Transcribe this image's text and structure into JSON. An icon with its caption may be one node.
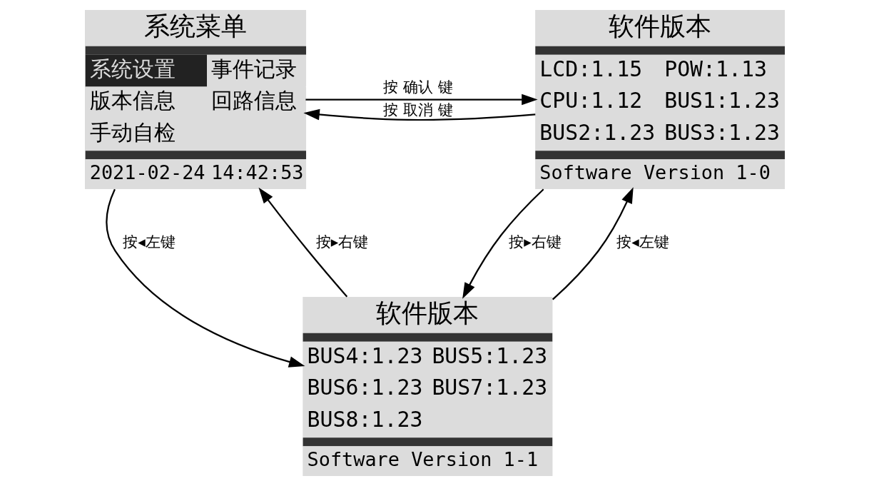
{
  "diagram": {
    "nodes": [
      {
        "text": [
          "系统菜单",
          "系统设置",
          "事件记录",
          "版本信息",
          "回路信息",
          "手动自检",
          "2021-02-24",
          "14:42:53"
        ]
      },
      {
        "text": [
          "软件版本",
          "LCD:1.15",
          "POW:1.13",
          "CPU:1.12",
          "BUS1:1.23",
          "BUS2:1.23",
          "BUS3:1.23",
          "Software Version 1-0"
        ]
      },
      {
        "text": [
          "软件版本",
          "BUS4:1.23",
          "BUS5:1.23",
          "BUS6:1.23",
          "BUS7:1.23",
          "BUS8:1.23",
          "Software Version 1-1"
        ]
      }
    ],
    "edges": [
      {
        "from": 0,
        "to": 1,
        "arrow": "to",
        "label": "按 确认 键"
      },
      {
        "from": 1,
        "to": 0,
        "arrow": "to",
        "label": "按 取消 键"
      },
      {
        "from": 0,
        "to": 2,
        "arrow": "to",
        "label": "按◂左键"
      },
      {
        "from": 2,
        "to": 0,
        "arrow": "to",
        "label": "按▸右键"
      },
      {
        "from": 1,
        "to": 2,
        "arrow": "to",
        "label": "按▸右键"
      },
      {
        "from": 2,
        "to": 1,
        "arrow": "to",
        "label": "按◂左键"
      }
    ]
  }
}
